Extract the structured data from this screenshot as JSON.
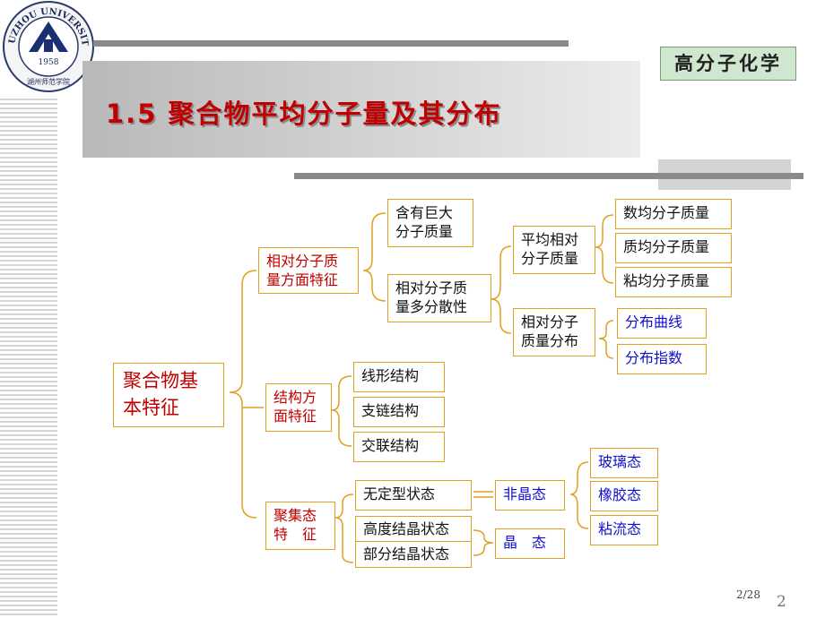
{
  "logo": {
    "arc_text": "HUZHOU UNIVERSITY",
    "year": "1958",
    "chinese": "湖州师范学院"
  },
  "course_label": "高分子化学",
  "title": "1.5  聚合物平均分子量及其分布",
  "root": "聚合物基本特征",
  "root_lines": [
    "聚合物基",
    "本特征"
  ],
  "branches": {
    "mw": {
      "label_lines": [
        "相对分子质",
        "量方面特征"
      ],
      "children": {
        "large": [
          "含有巨大",
          "分子质量"
        ],
        "disperse": [
          "相对分子质",
          "量多分散性"
        ]
      },
      "average": {
        "label_lines": [
          "平均相对",
          "分子质量"
        ],
        "items": [
          "数均分子质量",
          "质均分子质量",
          "粘均分子质量"
        ]
      },
      "distribution": {
        "label_lines": [
          "相对分子",
          "质量分布"
        ],
        "items": [
          "分布曲线",
          "分布指数"
        ]
      }
    },
    "structure": {
      "label_lines": [
        "结构方",
        "面特征"
      ],
      "items": [
        "线形结构",
        "支链结构",
        "交联结构"
      ]
    },
    "aggregation": {
      "label_lines": [
        "聚集态",
        "特　征"
      ],
      "items": [
        "无定型状态",
        "高度结晶状态",
        "部分结晶状态"
      ],
      "amorphous": "非晶态",
      "amorphous_items": [
        "玻璃态",
        "橡胶态",
        "粘流态"
      ],
      "crystal": "晶　态"
    }
  },
  "page_indicator": "2/28",
  "slide_number": "2",
  "colors": {
    "accent_red": "#c00000",
    "box_border": "#e0a020",
    "blue_text": "#1010c8"
  }
}
